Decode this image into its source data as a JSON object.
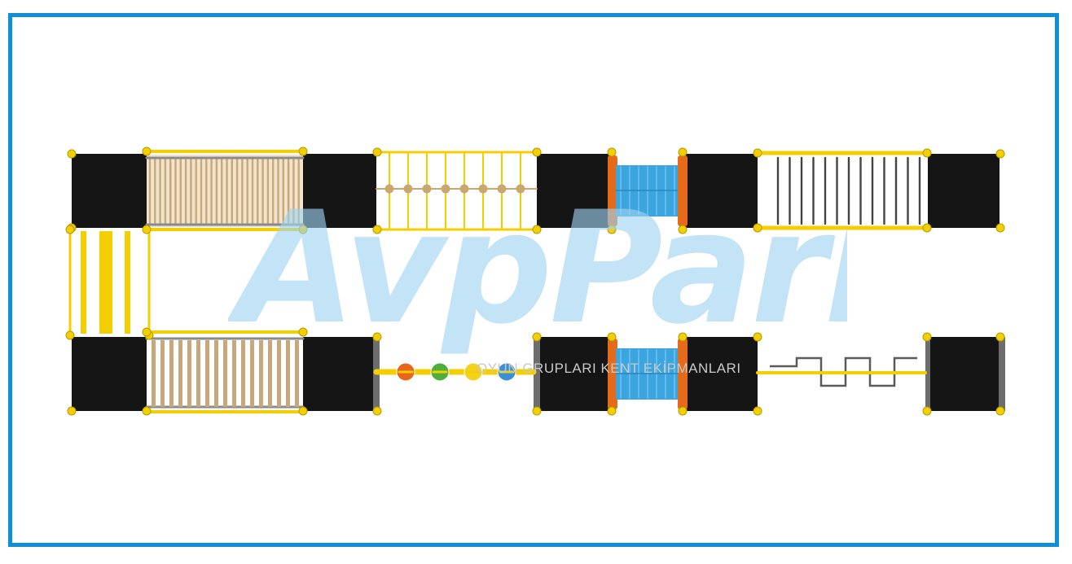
{
  "brand": {
    "watermark": "AvpPark",
    "subtitle": "OYUN GRUPLARI KENT EKİPMANLARI",
    "accent": "#0e8fd6",
    "watermark_color": "#9fd4f2"
  },
  "palette": {
    "deck": "#151515",
    "post": "#f4cf00",
    "rail": "#f4cf00",
    "tube": "#3aa5de",
    "tube_ring": "#e56a1a",
    "wood": "#c8a77a",
    "bar": "#444444"
  },
  "plan_elements": {
    "top_row": [
      "platform",
      "wood-bridge",
      "platform",
      "rope-ladder-bridge",
      "platform",
      "tunnel",
      "platform",
      "bar-bridge",
      "platform"
    ],
    "bottom_row": [
      "platform",
      "wood-bridge",
      "platform",
      "ball-beam",
      "platform",
      "tunnel",
      "platform",
      "zigzag-rail",
      "platform"
    ],
    "connector": "climbing-ramp",
    "ball_colors": [
      "#e8651c",
      "#4caf3a",
      "#f2d21b",
      "#3a8fd8"
    ]
  }
}
